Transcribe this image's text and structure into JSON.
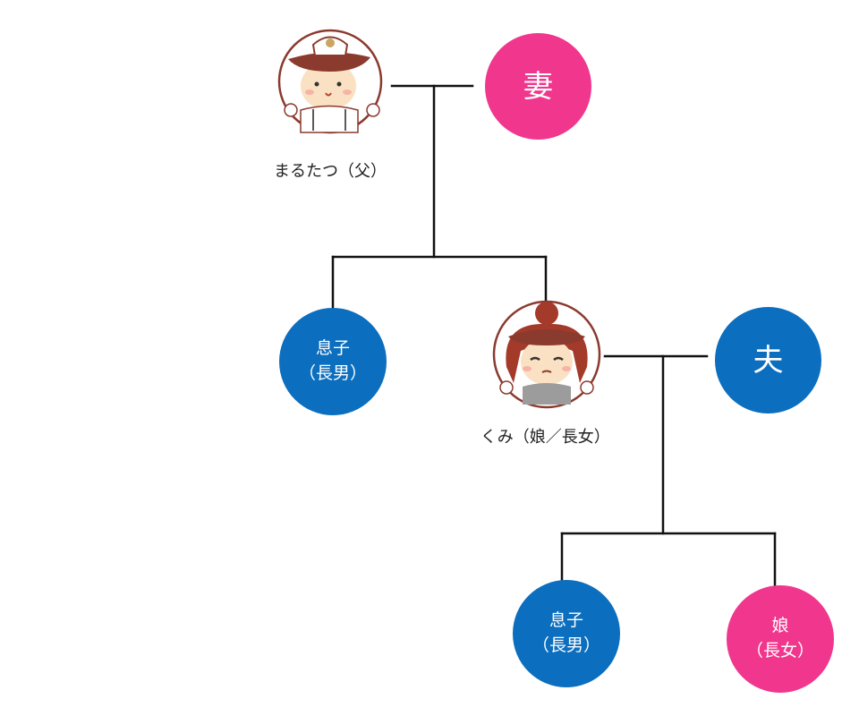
{
  "colors": {
    "male": "#0C6EBE",
    "female": "#F0378D",
    "line": "#111111"
  },
  "nodes": {
    "father": {
      "caption": "まるたつ（父）",
      "icon": "father-avatar-icon"
    },
    "wife": {
      "label": "妻"
    },
    "son1": {
      "line1": "息子",
      "line2": "（長男）"
    },
    "kumi": {
      "caption": "くみ（娘／長女）",
      "icon": "daughter-avatar-icon"
    },
    "husband": {
      "label": "夫"
    },
    "grandson": {
      "line1": "息子",
      "line2": "（長男）"
    },
    "granddaughter": {
      "line1": "娘",
      "line2": "（長女）"
    }
  }
}
